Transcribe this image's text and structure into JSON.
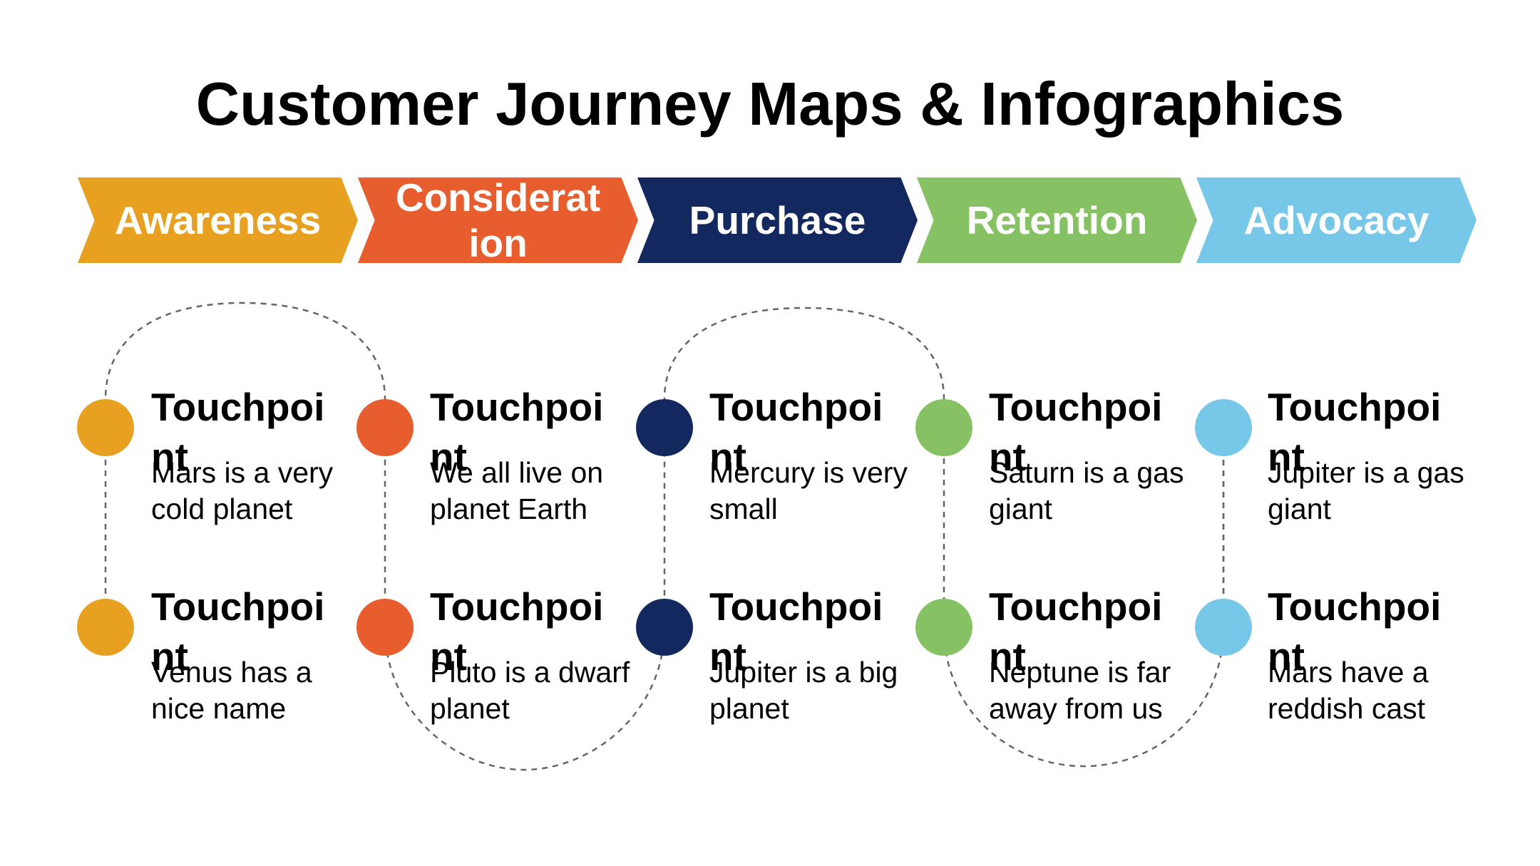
{
  "title": "Customer Journey Maps & Infographics",
  "stages": [
    {
      "label": "Awareness",
      "color": "#E8A020"
    },
    {
      "label": "Consideration",
      "color": "#E85D2E"
    },
    {
      "label": "Purchase",
      "color": "#13285E"
    },
    {
      "label": "Retention",
      "color": "#86C264"
    },
    {
      "label": "Advocacy",
      "color": "#76C7E8"
    }
  ],
  "touchpoints": [
    {
      "title": "Touchpoint",
      "top_text": "Mars is a very cold planet",
      "bottom_title": "Touchpoint",
      "bottom_text": "Venus has a nice name"
    },
    {
      "title": "Touchpoint",
      "top_text": "We all live on planet Earth",
      "bottom_title": "Touchpoint",
      "bottom_text": "Pluto is a dwarf planet"
    },
    {
      "title": "Touchpoint",
      "top_text": "Mercury is very small",
      "bottom_title": "Touchpoint",
      "bottom_text": "Jupiter is a big planet"
    },
    {
      "title": "Touchpoint",
      "top_text": "Saturn is a gas giant",
      "bottom_title": "Touchpoint",
      "bottom_text": "Neptune is far away from us"
    },
    {
      "title": "Touchpoint",
      "top_text": "Jupiter is a gas giant",
      "bottom_title": "Touchpoint",
      "bottom_text": "Mars have a reddish cast"
    }
  ]
}
